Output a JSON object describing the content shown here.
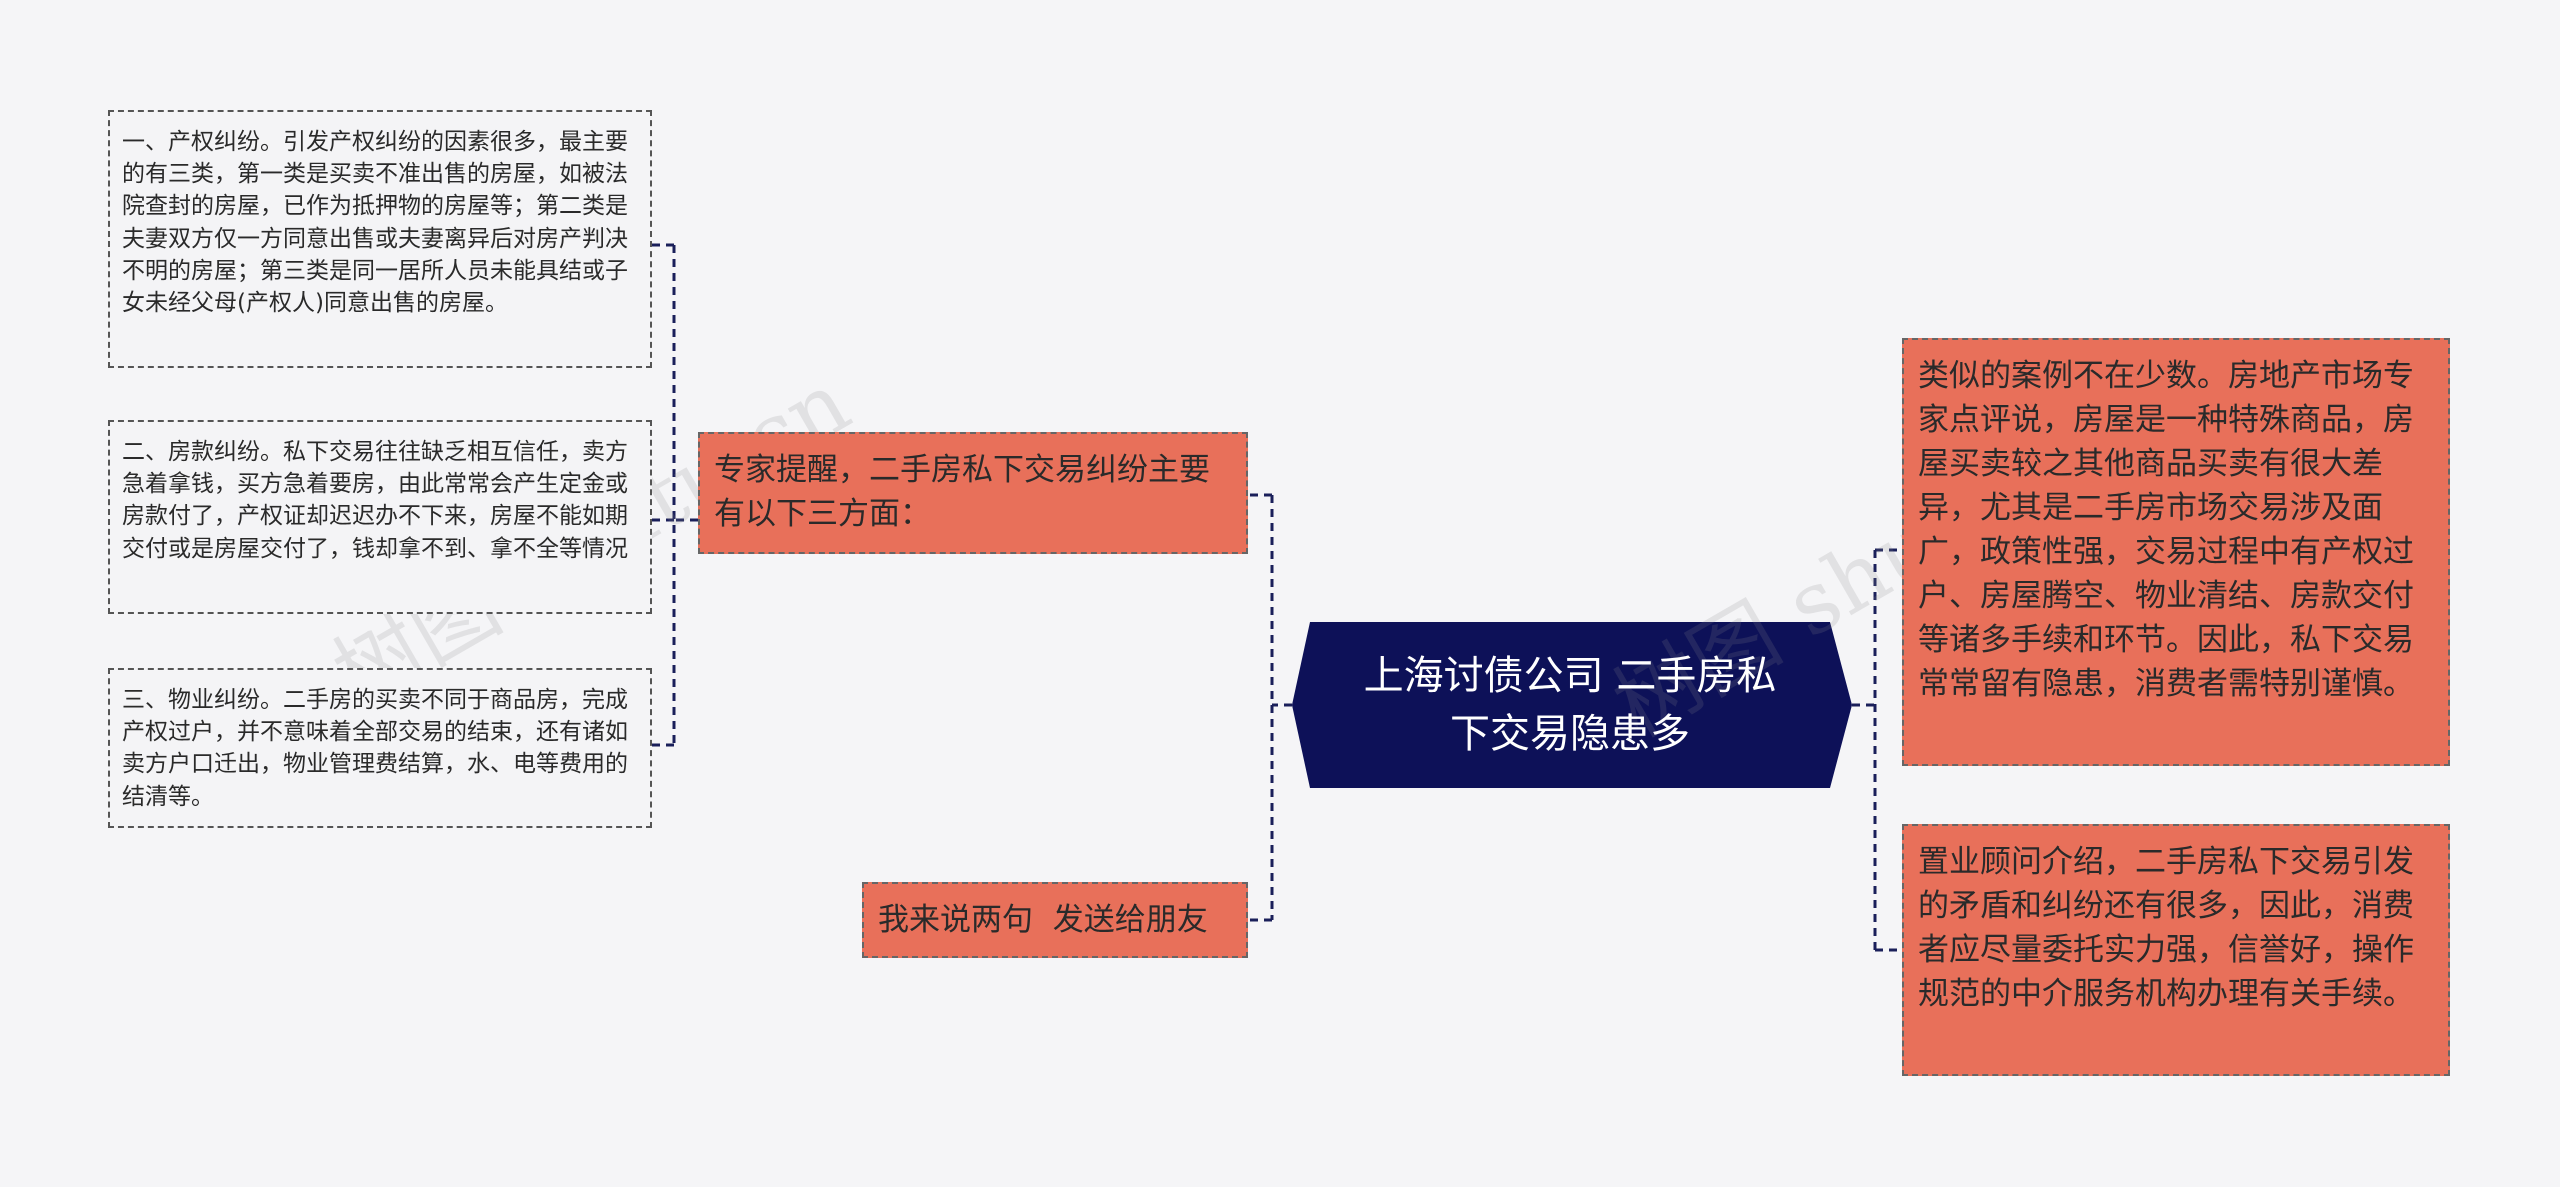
{
  "center": {
    "title": "上海讨债公司  二手房私下交易隐患多"
  },
  "left_branches": [
    {
      "text": "专家提醒，二手房私下交易纠纷主要有以下三方面："
    },
    {
      "text": "我来说两句  发送给朋友"
    }
  ],
  "leaves": [
    {
      "text": "一、产权纠纷。引发产权纠纷的因素很多，最主要的有三类，第一类是买卖不准出售的房屋，如被法院查封的房屋，已作为抵押物的房屋等；第二类是夫妻双方仅一方同意出售或夫妻离异后对房产判决不明的房屋；第三类是同一居所人员未能具结或子女未经父母(产权人)同意出售的房屋。"
    },
    {
      "text": "二、房款纠纷。私下交易往往缺乏相互信任，卖方急着拿钱，买方急着要房，由此常常会产生定金或房款付了，产权证却迟迟办不下来，房屋不能如期交付或是房屋交付了，钱却拿不到、拿不全等情况"
    },
    {
      "text": "三、物业纠纷。二手房的买卖不同于商品房，完成产权过户，并不意味着全部交易的结束，还有诸如卖方户口迁出，物业管理费结算，水、电等费用的结清等。"
    }
  ],
  "right_branches": [
    {
      "text": "类似的案例不在少数。房地产市场专家点评说，房屋是一种特殊商品，房屋买卖较之其他商品买卖有很大差异，尤其是二手房市场交易涉及面广，政策性强，交易过程中有产权过户、房屋腾空、物业清结、房款交付等诸多手续和环节。因此，私下交易常常留有隐患，消费者需特别谨慎。"
    },
    {
      "text": "置业顾问介绍，二手房私下交易引发的矛盾和纠纷还有很多，因此，消费者应尽量委托实力强，信誉好，操作规范的中介服务机构办理有关手续。"
    }
  ],
  "watermarks": [
    "树图 shutu.cn",
    "树图 shutu.cn"
  ],
  "colors": {
    "center_fill": "#0d1158",
    "branch_fill": "#e8705a",
    "leaf_fill": "#f4f4f6",
    "connector": "#1a1f5a"
  }
}
